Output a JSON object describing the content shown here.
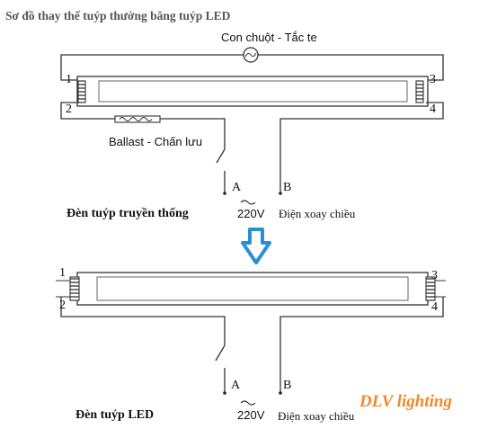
{
  "title": "Sơ đồ thay thế tuýp thường băng tuýp LED",
  "top_diagram": {
    "starter_label": "Con chuột  - Tắc te",
    "ballast_label": "Ballast - Chấn lưu",
    "lamp_name": "Đèn tuýp truyền thống",
    "pins": [
      "1",
      "2",
      "3",
      "4"
    ],
    "terminal_a": "A",
    "terminal_b": "B",
    "voltage": "220V",
    "ac_label": "Điện xoay chiều"
  },
  "bottom_diagram": {
    "lamp_name": "Đèn tuýp LED",
    "pins": [
      "1",
      "2",
      "3",
      "4"
    ],
    "terminal_a": "A",
    "terminal_b": "B",
    "voltage": "220V",
    "ac_label": "Điện xoay chiều"
  },
  "arrow_color": "#2b8fd8",
  "brand": {
    "text": "DLV lighting",
    "color": "#f0892b"
  }
}
